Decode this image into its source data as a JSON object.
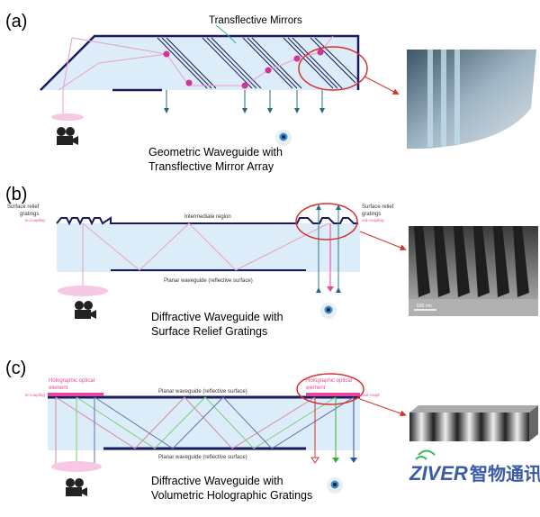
{
  "panels": [
    {
      "label": "(a)",
      "top_label": "Transflective Mirrors",
      "caption_line1": "Geometric Waveguide with",
      "caption_line2": "Transflective Mirror Array"
    },
    {
      "label": "(b)",
      "left_label_1": "Surface relief",
      "left_label_2": "gratings",
      "left_sub": "in-coupling",
      "right_label_1": "Surface relief",
      "right_label_2": "gratings",
      "right_sub": "out-coupling",
      "middle_label": "Intermediate region",
      "bottom_label": "Planar waveguide (reflective surface)",
      "scale_bar": "500 nm",
      "caption_line1": "Diffractive Waveguide with",
      "caption_line2": "Surface Relief Gratings"
    },
    {
      "label": "(c)",
      "left_label_1": "Holographic optical",
      "left_label_2": "element",
      "left_sub": "in-coupling",
      "right_label_1": "Holographic optical",
      "right_label_2": "element",
      "right_sub": "out-coupl",
      "top_label": "Planar waveguide (reflective surface)",
      "bottom_label": "Planar waveguide (reflective surface)",
      "caption_line1": "Diffractive Waveguide with",
      "caption_line2": "Volumetric Holographic Gratings"
    }
  ],
  "watermark": {
    "brand": "ZIVER",
    "chinese": "智物通讯"
  },
  "colors": {
    "waveguide": "#dcecf8",
    "edge": "#1a1a5e",
    "magenta": "#e8469c",
    "red": "#d9302c",
    "teal": "#2a7a8c"
  }
}
